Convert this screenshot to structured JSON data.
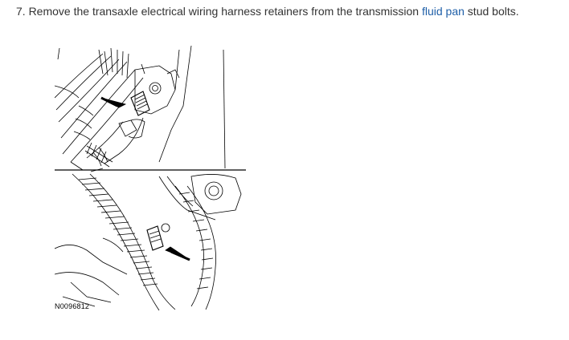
{
  "instruction": {
    "prefix": "7. Remove the transaxle electrical wiring harness retainers from the transmission ",
    "link_text": "fluid pan",
    "suffix": " stud bolts."
  },
  "figure": {
    "id_label": "N0096812"
  },
  "colors": {
    "link": "#1f5fa8",
    "text": "#333333"
  }
}
